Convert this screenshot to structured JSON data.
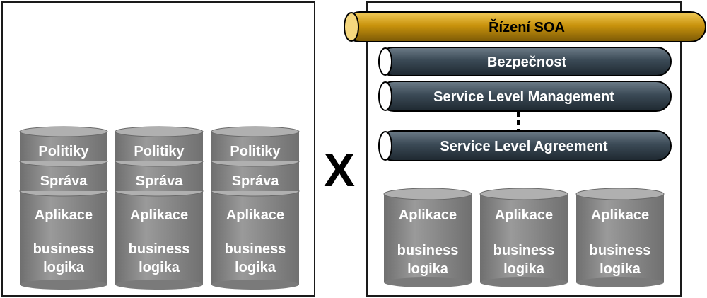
{
  "left_panel": {
    "stacks": [
      {
        "top": "Politiky",
        "middle": "Správa",
        "bottom_line1": "Aplikace",
        "bottom_line2": "business",
        "bottom_line3": "logika"
      },
      {
        "top": "Politiky",
        "middle": "Správa",
        "bottom_line1": "Aplikace",
        "bottom_line2": "business",
        "bottom_line3": "logika"
      },
      {
        "top": "Politiky",
        "middle": "Správa",
        "bottom_line1": "Aplikace",
        "bottom_line2": "business",
        "bottom_line3": "logika"
      }
    ]
  },
  "versus": "X",
  "right_panel": {
    "governance_pipe": "Řízení SOA",
    "security_pipe": "Bezpečnost",
    "slm_pipe": "Service Level Management",
    "sla_pipe": "Service Level Agreement",
    "apps": [
      {
        "line1": "Aplikace",
        "line2": "business",
        "line3": "logika"
      },
      {
        "line1": "Aplikace",
        "line2": "business",
        "line3": "logika"
      },
      {
        "line1": "Aplikace",
        "line2": "business",
        "line3": "logika"
      }
    ]
  },
  "colors": {
    "cylinder": "#888888",
    "cylinder_top": "#a4a4a4",
    "pipe_gold": "#c9930c",
    "pipe_slate": "#3b4a56",
    "panel_border": "#1a1a1a"
  }
}
